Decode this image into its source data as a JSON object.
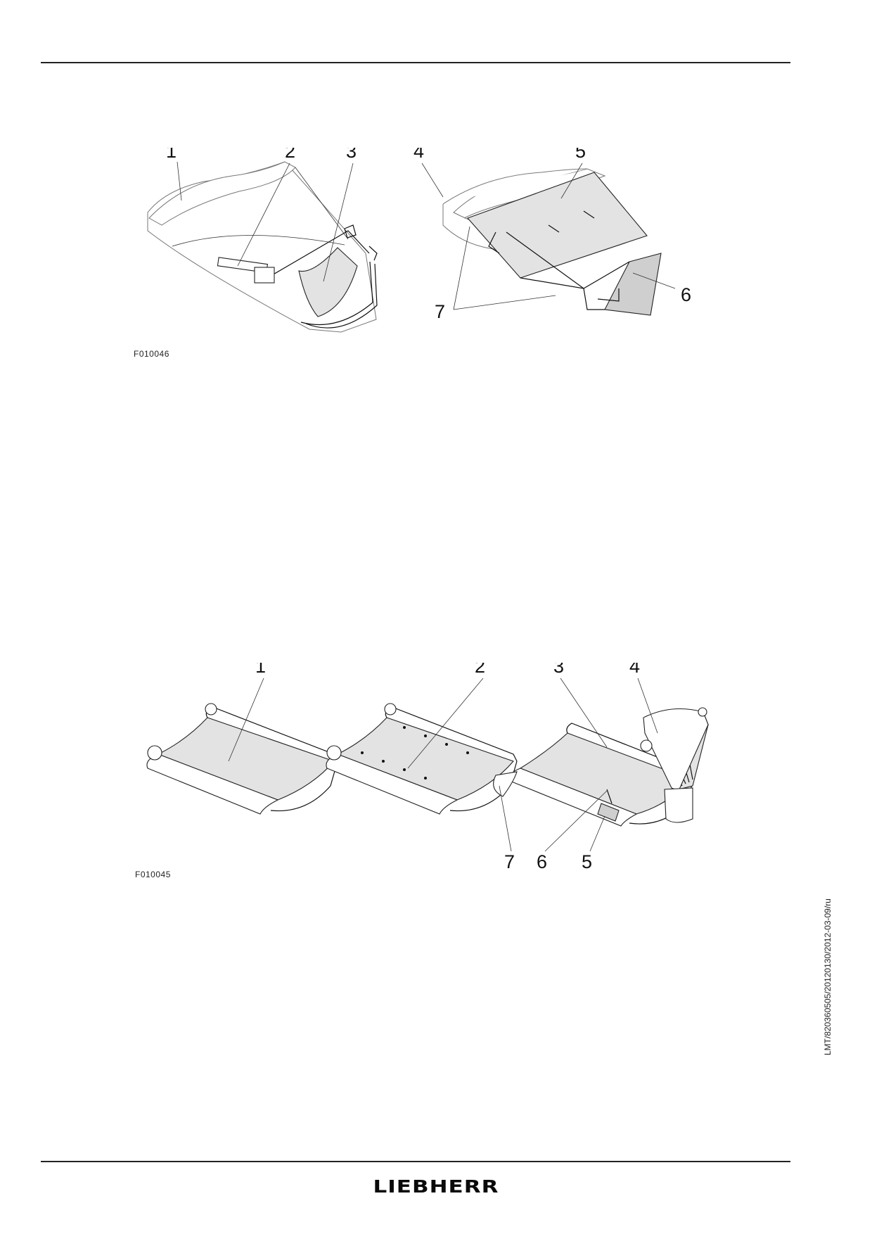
{
  "figures": [
    {
      "id": "F010046",
      "callouts": [
        "1",
        "2",
        "3",
        "4",
        "5",
        "6",
        "7"
      ]
    },
    {
      "id": "F010045",
      "callouts": [
        "1",
        "2",
        "3",
        "4",
        "5",
        "6",
        "7"
      ]
    }
  ],
  "document_id": "LMT/820360505/20120130/2012-03-09/ru",
  "brand": "LIEBHERR"
}
